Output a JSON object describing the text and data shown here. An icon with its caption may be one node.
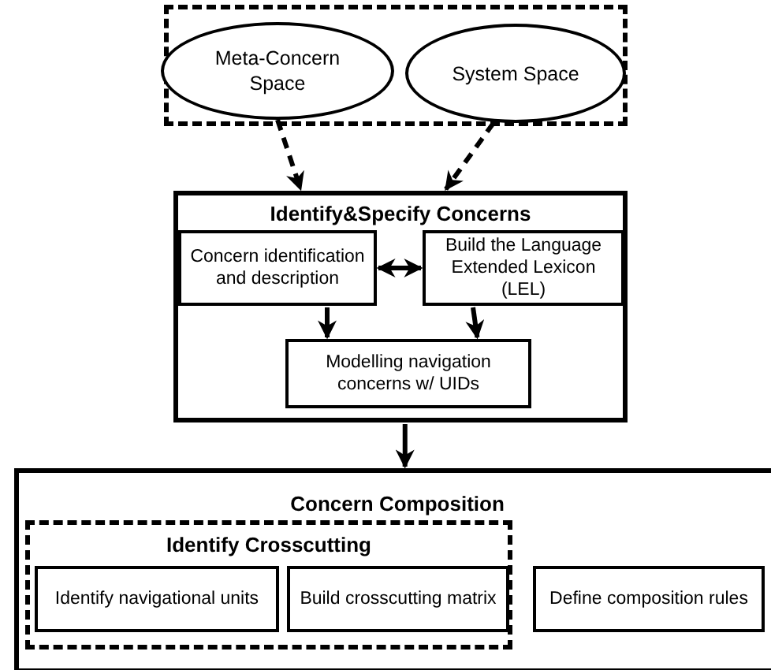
{
  "diagram": {
    "nodes": [
      {
        "text": [],
        "shape": "box"
      },
      {
        "text": [
          "Meta-Concern Space"
        ],
        "in": 0
      },
      {
        "text": [
          "System Space"
        ],
        "in": 0
      },
      {
        "text": [
          "Identify&Specify Concerns"
        ]
      },
      {
        "text": [
          "Concern identification and description"
        ],
        "in": 3
      },
      {
        "text": [
          "Build the Language Extended Lexicon (LEL)"
        ],
        "in": 3
      },
      {
        "text": [
          "Modelling navigation concerns w/ UIDs"
        ],
        "in": 3
      },
      {
        "text": [
          "Concern Composition"
        ]
      },
      {
        "text": [
          "Identify Crosscutting"
        ],
        "in": 7
      },
      {
        "text": [
          "Identify navigational units"
        ],
        "in": 8
      },
      {
        "text": [
          "Build crosscutting matrix"
        ],
        "in": 8
      },
      {
        "text": [
          "Define composition rules"
        ],
        "in": 7
      }
    ],
    "edges": [
      {
        "from": 1,
        "to": 3,
        "arrow": "to",
        "style": "dashed"
      },
      {
        "from": 2,
        "to": 3,
        "arrow": "to",
        "style": "dashed"
      },
      {
        "from": 4,
        "to": 5,
        "arrow": "both"
      },
      {
        "from": 4,
        "to": 6,
        "arrow": "to"
      },
      {
        "from": 5,
        "to": 6,
        "arrow": "to"
      },
      {
        "from": 3,
        "to": 7,
        "arrow": "to"
      }
    ]
  }
}
